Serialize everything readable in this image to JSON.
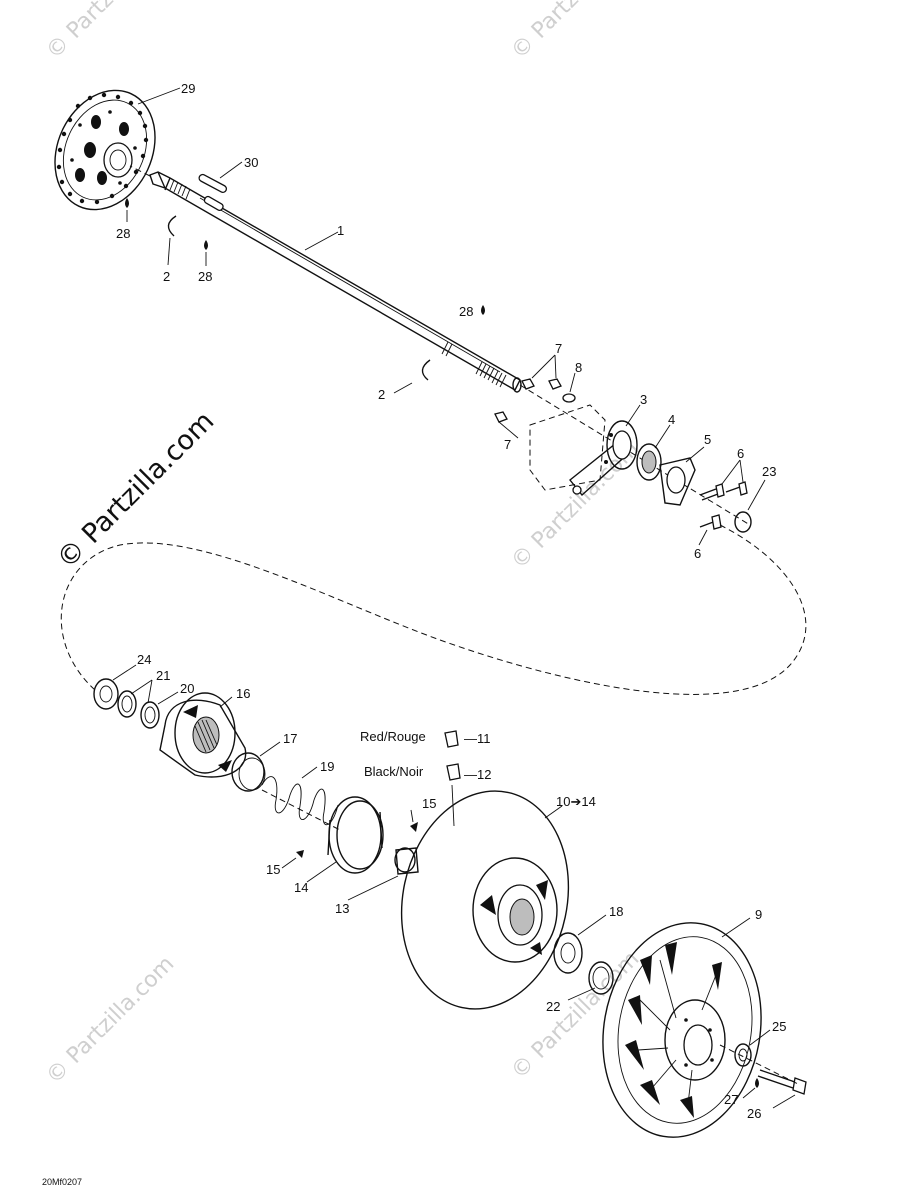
{
  "watermarks": {
    "small": "© Partzilla.com",
    "big": "© Partzilla.com"
  },
  "diagram_code": "20Mf0207",
  "callouts": {
    "c1": "1",
    "c2a": "2",
    "c2b": "2",
    "c3": "3",
    "c4": "4",
    "c5": "5",
    "c6a": "6",
    "c6b": "6",
    "c7a": "7",
    "c7b": "7",
    "c8": "8",
    "c9": "9",
    "c10_14": "10➔14",
    "c11": "11",
    "c12": "12",
    "c13": "13",
    "c14": "14",
    "c15a": "15",
    "c15b": "15",
    "c16": "16",
    "c17": "17",
    "c18": "18",
    "c19": "19",
    "c20": "20",
    "c21": "21",
    "c22": "22",
    "c23": "23",
    "c24": "24",
    "c25": "25",
    "c26": "26",
    "c27": "27",
    "c28a": "28",
    "c28b": "28",
    "c28c": "28",
    "c29": "29",
    "c30": "30"
  },
  "labels": {
    "red": "Red/Rouge",
    "black": "Black/Noir",
    "dash_11": "—11",
    "dash_12": "—12"
  }
}
